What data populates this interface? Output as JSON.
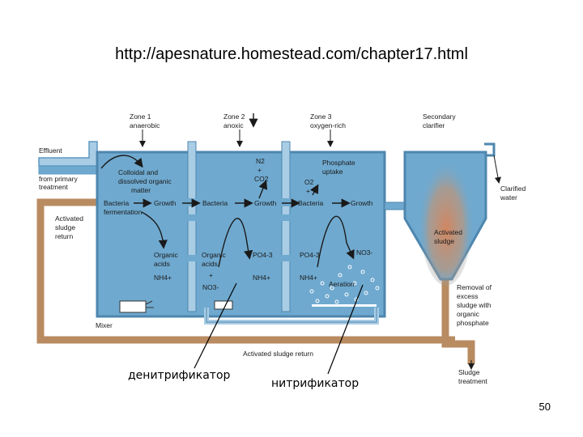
{
  "header": {
    "url": "http://apesnature.homestead.com/chapter17.html"
  },
  "diagram": {
    "zones": [
      {
        "line1": "Zone 1",
        "line2": "anaerobic"
      },
      {
        "line1": "Zone 2",
        "line2": "anoxic"
      },
      {
        "line1": "Zone 3",
        "line2": "oxygen-rich"
      },
      {
        "line1": "Secondary",
        "line2": "clarifier"
      }
    ],
    "labels": {
      "effluent": "Effluent",
      "from_primary_1": "from primary",
      "from_primary_2": "treatment",
      "activated_return_1": "Activated",
      "activated_return_2": "sludge",
      "activated_return_3": "return",
      "colloidal_1": "Colloidal and",
      "colloidal_2": "dissolved organic",
      "colloidal_3": "matter",
      "bacteria_1": "Bacteria",
      "fermentation": "fermentation",
      "growth_1": "Growth",
      "bacteria_2": "Bacteria",
      "growth_2": "Growth",
      "bacteria_3": "Bacteria",
      "growth_3": "Growth",
      "organic_acids_1a": "Organic",
      "organic_acids_1b": "acids",
      "nh4_1": "NH4+",
      "organic_acids_2a": "Organic",
      "organic_acids_2b": "acids",
      "plus_1": "+",
      "no3_1": "NO3-",
      "po4_1": "PO4-3",
      "nh4_2": "NH4+",
      "n2": "N2",
      "plus_2": "+",
      "co2": "CO2",
      "phosphate_1": "Phosphate",
      "phosphate_2": "uptake",
      "o2": "O2",
      "plus_3": "+",
      "po4_2": "PO4-3",
      "no3_2": "NO3-",
      "nh4_3": "NH4+",
      "aeration": "Aeration",
      "mixer": "Mixer",
      "clarified_1": "Clarified",
      "clarified_2": "water",
      "activated_sludge_1": "Activated",
      "activated_sludge_2": "sludge",
      "removal_1": "Removal of",
      "removal_2": "excess",
      "removal_3": "sludge with",
      "removal_4": "organic",
      "removal_5": "phosphate",
      "return_bottom": "Activated sludge return",
      "sludge_treatment_1": "Sludge",
      "sludge_treatment_2": "treatment"
    },
    "colors": {
      "water": "#6fa9cf",
      "tank": "#5e9ac3",
      "pipe": "#b98b61",
      "sludge": "#d8845a"
    }
  },
  "callouts": {
    "denitrifier": "денитрификатор",
    "nitrifier": "нитрификатор"
  },
  "footer": {
    "slide_number": "50"
  }
}
